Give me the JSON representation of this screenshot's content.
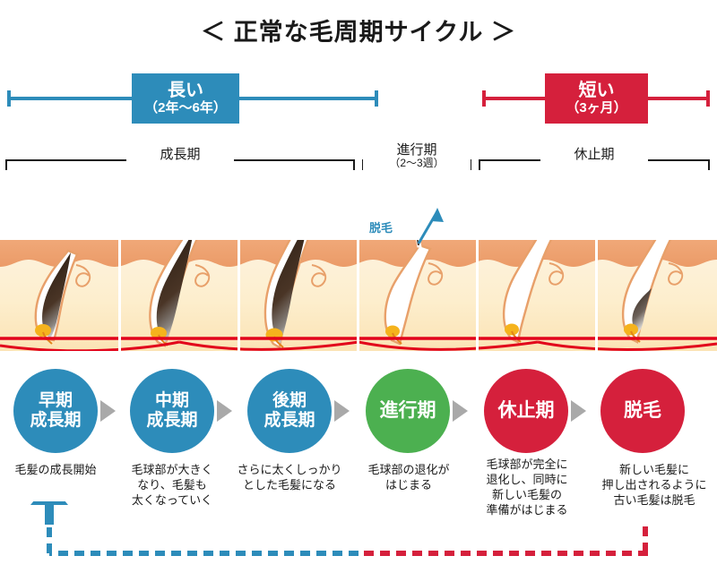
{
  "title": "＜ 正常な毛周期サイクル ＞",
  "colors": {
    "blue": "#2d8cba",
    "red": "#d5203c",
    "green": "#4cb050",
    "gray_arrow": "#a9a9a9",
    "skin_epidermis": "#eda173",
    "skin_dermis": "#fdf0d8",
    "vessel": "#e2041b",
    "papilla": "#f5b31d",
    "follicle_outline": "#e8a06a"
  },
  "duration_bars": [
    {
      "id": "long",
      "label": "長い",
      "sub": "（2年〜6年）",
      "color": "blue"
    },
    {
      "id": "short",
      "label": "短い",
      "sub": "（3ヶ月）",
      "color": "red"
    }
  ],
  "phase_brackets": [
    {
      "id": "anagen",
      "label": "成長期",
      "sub": ""
    },
    {
      "id": "catagen",
      "label": "進行期",
      "sub": "（2〜3週）"
    },
    {
      "id": "telogen",
      "label": "休止期",
      "sub": ""
    }
  ],
  "skin_annotation": {
    "label": "脱毛",
    "arrow": "up-arrow-icon"
  },
  "stages": [
    {
      "id": "early-anagen",
      "circle_lines": [
        "早期",
        "成長期"
      ],
      "color": "blue",
      "caption": [
        "毛髪の成長開始"
      ]
    },
    {
      "id": "mid-anagen",
      "circle_lines": [
        "中期",
        "成長期"
      ],
      "color": "blue",
      "caption": [
        "毛球部が大きく",
        "なり、毛髪も",
        "太くなっていく"
      ]
    },
    {
      "id": "late-anagen",
      "circle_lines": [
        "後期",
        "成長期"
      ],
      "color": "blue",
      "caption": [
        "さらに太くしっかり",
        "とした毛髪になる"
      ]
    },
    {
      "id": "catagen",
      "circle_lines": [
        "進行期"
      ],
      "color": "green",
      "caption": [
        "毛球部の退化が",
        "はじまる"
      ]
    },
    {
      "id": "telogen",
      "circle_lines": [
        "休止期"
      ],
      "color": "red",
      "caption": [
        "毛球部が完全に",
        "退化し、同時に",
        "新しい毛髪の",
        "準備がはじまる"
      ]
    },
    {
      "id": "shedding",
      "circle_lines": [
        "脱毛"
      ],
      "color": "red",
      "caption": [
        "新しい毛髪に",
        "押し出されるように",
        "古い毛髪は脱毛"
      ]
    }
  ],
  "loop_arrow": {
    "icon": "cycle-loop-arrow-icon",
    "start_color": "red",
    "end_color": "blue",
    "style": "dashed"
  }
}
